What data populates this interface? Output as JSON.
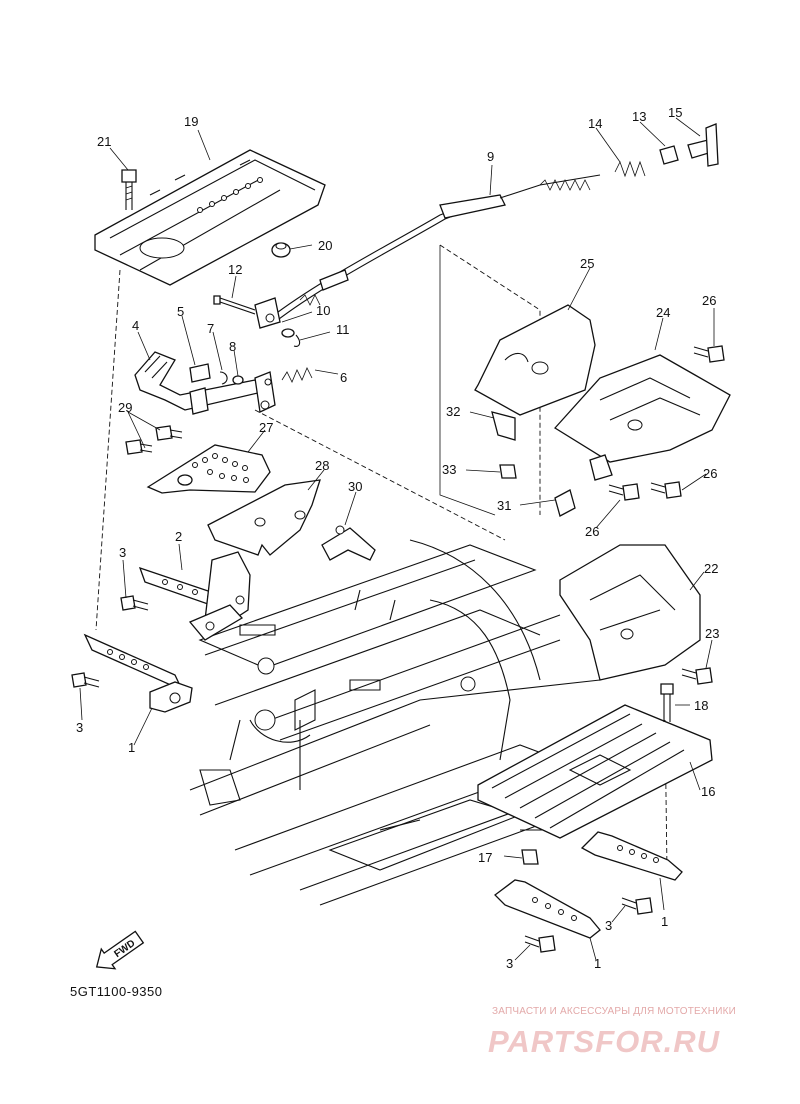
{
  "diagram": {
    "callouts": [
      "1",
      "1",
      "1",
      "1",
      "2",
      "3",
      "3",
      "3",
      "3",
      "4",
      "5",
      "6",
      "7",
      "8",
      "9",
      "10",
      "11",
      "12",
      "13",
      "14",
      "15",
      "16",
      "17",
      "18",
      "19",
      "20",
      "21",
      "22",
      "23",
      "24",
      "25",
      "26",
      "26",
      "26",
      "26",
      "27",
      "28",
      "29",
      "30",
      "31",
      "32",
      "33"
    ],
    "fwd_badge": "FWD",
    "drawing_code": "5GT1100-9350"
  },
  "watermark": {
    "caption": "ЗАПЧАСТИ И АКСЕССУАРЫ ДЛЯ МОТОТЕХНИКИ",
    "logo": "PARTSFOR.RU"
  }
}
